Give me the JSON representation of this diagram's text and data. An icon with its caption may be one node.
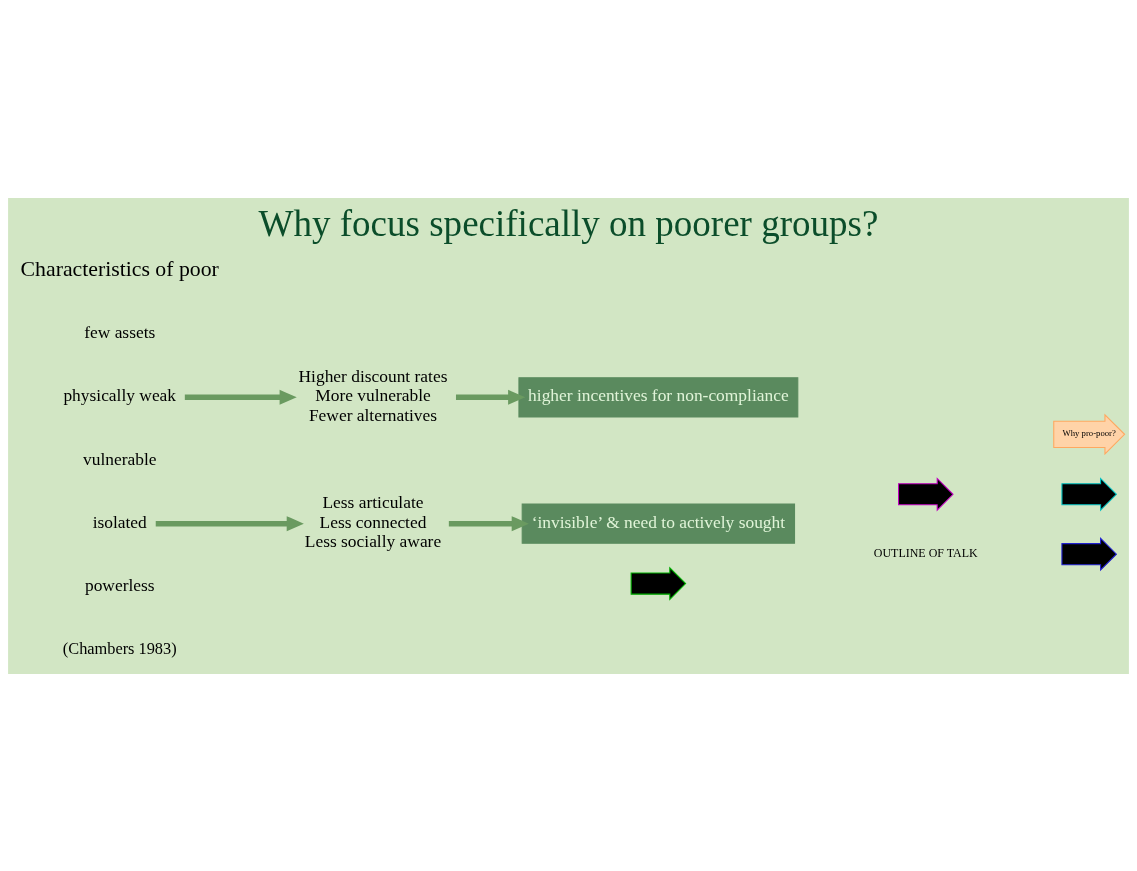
{
  "diagram": {
    "title": "Why focus specifically on poorer groups?",
    "nodes": [
      {
        "text": [
          "few assets"
        ]
      },
      {
        "text": [
          "physically weak"
        ]
      },
      {
        "text": [
          "vulnerable"
        ]
      },
      {
        "text": [
          "isolated"
        ]
      },
      {
        "text": [
          "powerless"
        ]
      },
      {
        "text": [
          "Higher discount rates",
          "More vulnerable",
          "Fewer alternatives"
        ]
      },
      {
        "text": [
          "higher incentives for non-compliance"
        ]
      },
      {
        "text": [
          "Less articulate",
          "Less connected",
          "Less socially aware"
        ]
      },
      {
        "text": [
          "‘invisible’ & need to actively sought"
        ]
      },
      {
        "text": [
          "OUTLINE OF TALK"
        ]
      },
      {
        "text": [],
        "shape": "arrow"
      },
      {
        "text": [
          "Why pro-poor?"
        ]
      },
      {
        "text": [],
        "shape": "arrow"
      },
      {
        "text": [],
        "shape": "arrow"
      },
      {
        "text": [],
        "shape": "arrow"
      }
    ],
    "edges": [
      {
        "from": 1,
        "to": 5,
        "arrow": "to"
      },
      {
        "from": 5,
        "to": 6,
        "arrow": "to"
      },
      {
        "from": 3,
        "to": 7,
        "arrow": "to"
      },
      {
        "from": 7,
        "to": 8,
        "arrow": "to"
      }
    ],
    "labels": [
      "Characteristics of poor",
      "(Chambers 1983)"
    ]
  }
}
